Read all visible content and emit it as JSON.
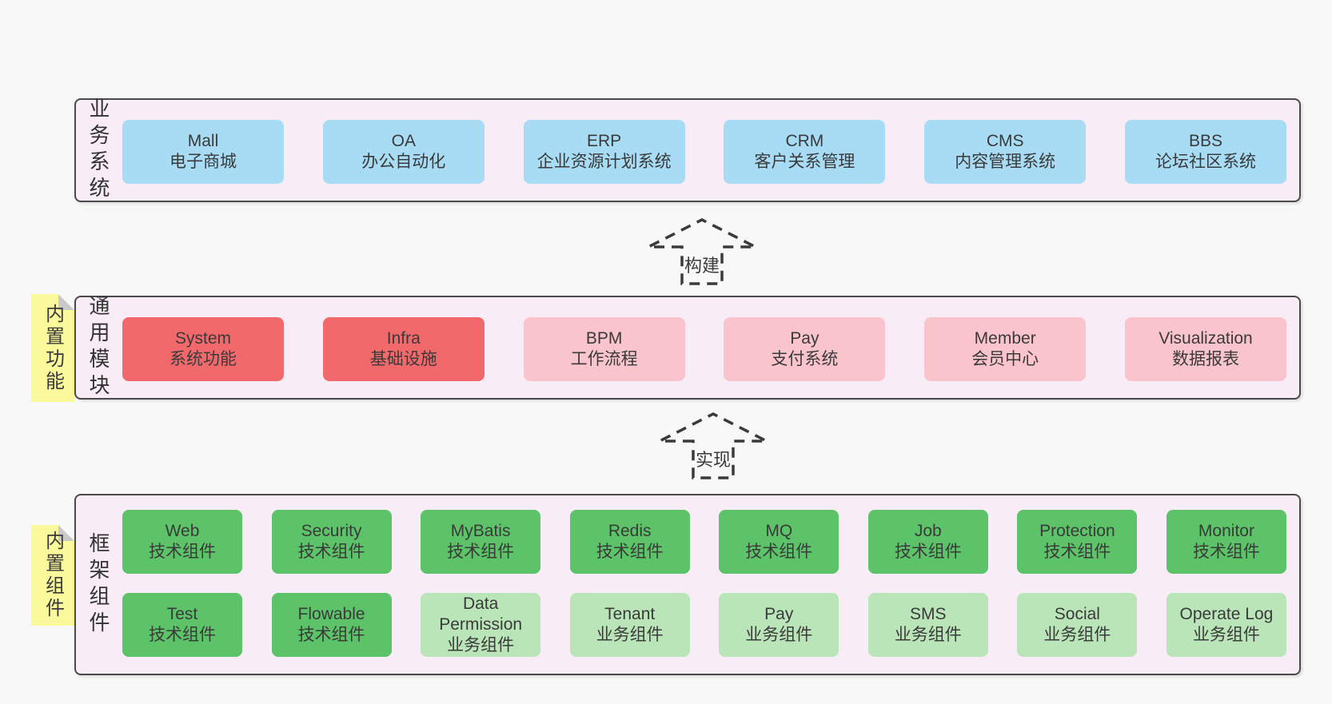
{
  "colors": {
    "page_bg": "#f8f8f8",
    "layer_bg": "#f8edf6",
    "layer_border": "#4a4a4a",
    "blue": "#a8dcf5",
    "red": "#f2696c",
    "pink": "#fac4cc",
    "green": "#5cc368",
    "lightgreen": "#b9e5b8",
    "note_bg": "#fafa9d",
    "note_fold": "#c9c9c9",
    "text": "#3a3a3a"
  },
  "arrows": [
    {
      "label": "构建"
    },
    {
      "label": "实现"
    }
  ],
  "layers": [
    {
      "label": "业务系统",
      "note": null,
      "rows": [
        [
          {
            "title": "Mall",
            "subtitle": "电子商城",
            "variant": "blue"
          },
          {
            "title": "OA",
            "subtitle": "办公自动化",
            "variant": "blue"
          },
          {
            "title": "ERP",
            "subtitle": "企业资源计划系统",
            "variant": "blue"
          },
          {
            "title": "CRM",
            "subtitle": "客户关系管理",
            "variant": "blue"
          },
          {
            "title": "CMS",
            "subtitle": "内容管理系统",
            "variant": "blue"
          },
          {
            "title": "BBS",
            "subtitle": "论坛社区系统",
            "variant": "blue"
          }
        ]
      ]
    },
    {
      "label": "通用模块",
      "note": "内置功能",
      "rows": [
        [
          {
            "title": "System",
            "subtitle": "系统功能",
            "variant": "red"
          },
          {
            "title": "Infra",
            "subtitle": "基础设施",
            "variant": "red"
          },
          {
            "title": "BPM",
            "subtitle": "工作流程",
            "variant": "pink"
          },
          {
            "title": "Pay",
            "subtitle": "支付系统",
            "variant": "pink"
          },
          {
            "title": "Member",
            "subtitle": "会员中心",
            "variant": "pink"
          },
          {
            "title": "Visualization",
            "subtitle": "数据报表",
            "variant": "pink"
          }
        ]
      ]
    },
    {
      "label": "框架组件",
      "note": "内置组件",
      "rows": [
        [
          {
            "title": "Web",
            "subtitle": "技术组件",
            "variant": "green"
          },
          {
            "title": "Security",
            "subtitle": "技术组件",
            "variant": "green"
          },
          {
            "title": "MyBatis",
            "subtitle": "技术组件",
            "variant": "green"
          },
          {
            "title": "Redis",
            "subtitle": "技术组件",
            "variant": "green"
          },
          {
            "title": "MQ",
            "subtitle": "技术组件",
            "variant": "green"
          },
          {
            "title": "Job",
            "subtitle": "技术组件",
            "variant": "green"
          },
          {
            "title": "Protection",
            "subtitle": "技术组件",
            "variant": "green"
          },
          {
            "title": "Monitor",
            "subtitle": "技术组件",
            "variant": "green"
          }
        ],
        [
          {
            "title": "Test",
            "subtitle": "技术组件",
            "variant": "green"
          },
          {
            "title": "Flowable",
            "subtitle": "技术组件",
            "variant": "green"
          },
          {
            "title": "Data Permission",
            "subtitle": "业务组件",
            "variant": "lightgreen"
          },
          {
            "title": "Tenant",
            "subtitle": "业务组件",
            "variant": "lightgreen"
          },
          {
            "title": "Pay",
            "subtitle": "业务组件",
            "variant": "lightgreen"
          },
          {
            "title": "SMS",
            "subtitle": "业务组件",
            "variant": "lightgreen"
          },
          {
            "title": "Social",
            "subtitle": "业务组件",
            "variant": "lightgreen"
          },
          {
            "title": "Operate Log",
            "subtitle": "业务组件",
            "variant": "lightgreen"
          }
        ]
      ]
    }
  ]
}
